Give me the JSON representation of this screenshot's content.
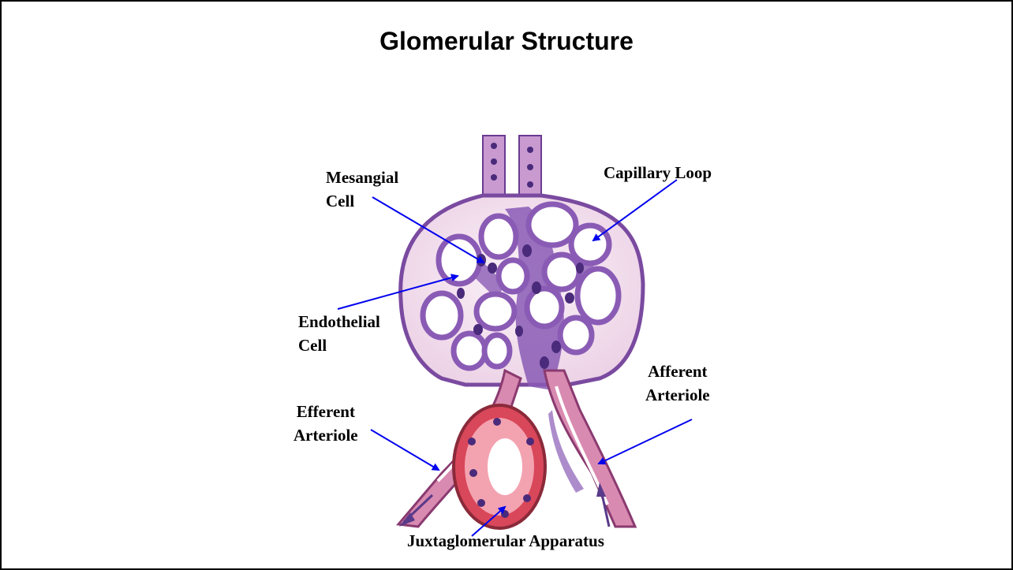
{
  "slide": {
    "title": "Glomerular Structure"
  },
  "labels": {
    "mesangial_cell": [
      "Mesangial",
      "Cell"
    ],
    "capillary_loop": [
      "Capillary Loop"
    ],
    "endothelial_cell": [
      "Endothelial",
      "Cell"
    ],
    "afferent_arteriole": [
      "Afferent",
      "Arteriole"
    ],
    "efferent_arteriole": [
      "Efferent",
      "Arteriole"
    ],
    "juxtaglomerular_apparatus": [
      "Juxtaglomerular Apparatus"
    ]
  },
  "colors": {
    "arrow": "#0000ee",
    "capsule_stroke": "#7a4aa0",
    "capsule_fill": "#f4e4f0",
    "mesangium": "#8a5bb5",
    "nucleus": "#4a2a7a",
    "tubule": "#d9475a",
    "tubule_light": "#f3a3b0",
    "arteriole": "#d98ab0"
  }
}
